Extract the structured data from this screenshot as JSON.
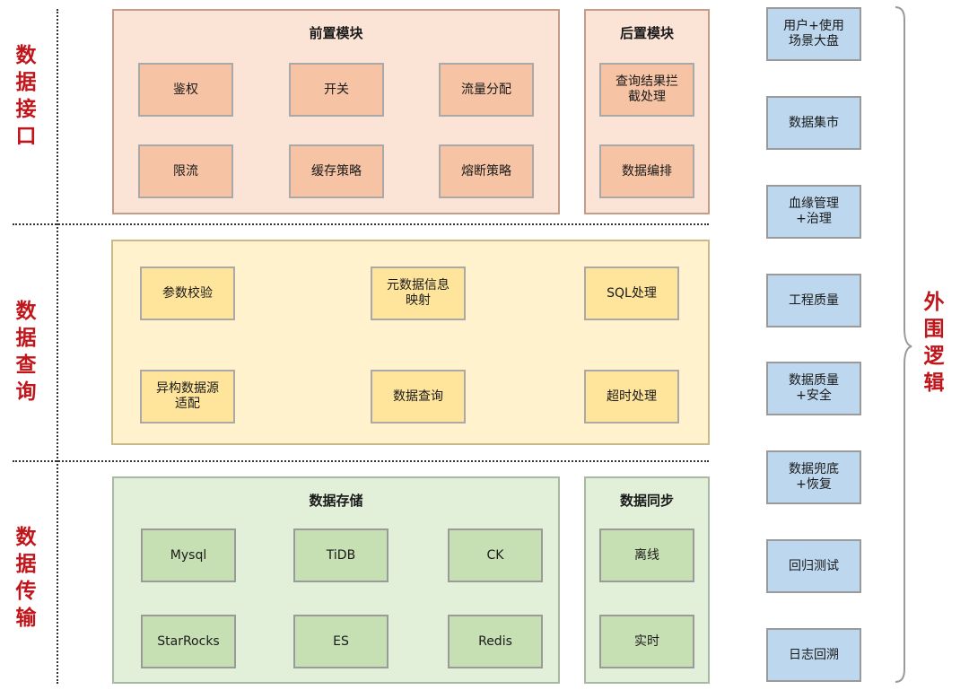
{
  "layers": {
    "interface": "数\n据\n接\n口",
    "query": "数\n据\n查\n询",
    "transport": "数\n据\n传\n输"
  },
  "pre_module": {
    "title": "前置模块",
    "nodes": [
      "鉴权",
      "开关",
      "流量分配",
      "限流",
      "缓存策略",
      "熔断策略"
    ]
  },
  "post_module": {
    "title": "后置模块",
    "nodes": [
      "查询结果拦\n截处理",
      "数据编排"
    ]
  },
  "query_module": {
    "nodes": [
      "参数校验",
      "元数据信息\n映射",
      "SQL处理",
      "异构数据源\n适配",
      "数据查询",
      "超时处理"
    ]
  },
  "storage": {
    "title": "数据存储",
    "nodes": [
      "Mysql",
      "TiDB",
      "CK",
      "StarRocks",
      "ES",
      "Redis"
    ]
  },
  "sync": {
    "title": "数据同步",
    "nodes": [
      "离线",
      "实时"
    ]
  },
  "peripheral": {
    "label": "外\n围\n逻\n辑",
    "items": [
      "用户+使用\n场景大盘",
      "数据集市",
      "血缘管理\n+治理",
      "工程质量",
      "数据质量\n+安全",
      "数据兜底\n+恢复",
      "回归测试",
      "日志回溯"
    ]
  },
  "colors": {
    "layer_label": "#c0161b",
    "salmon_panel": "#fbe3d6",
    "salmon_node": "#f6c3a4",
    "yellow_panel": "#fff2cc",
    "yellow_node": "#ffe49b",
    "green_panel": "#e2efd9",
    "green_node": "#c6e0b4",
    "blue_node": "#bdd7ee"
  }
}
